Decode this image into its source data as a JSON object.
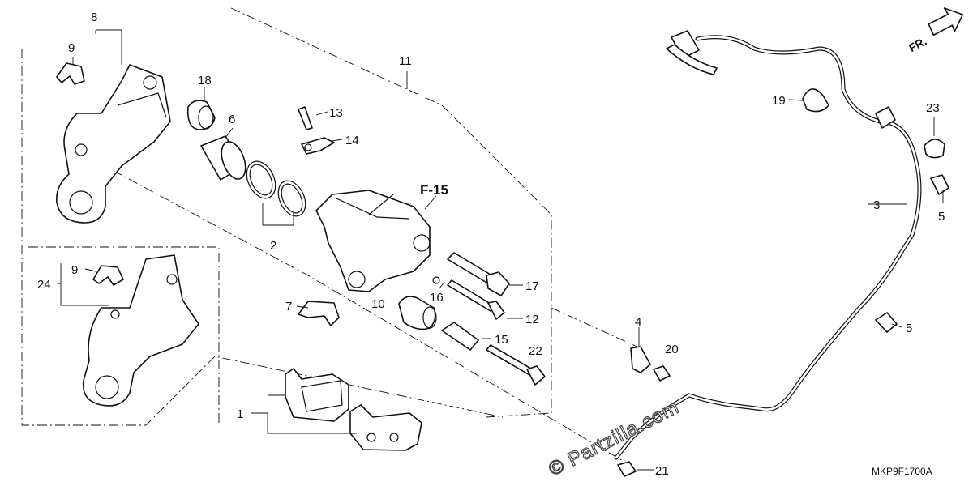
{
  "diagram": {
    "drawing_code": "MKP9F1700A",
    "reference_label": "F-15",
    "direction_label": "FR.",
    "watermark": "© Partzilla.com",
    "callouts": {
      "c1": "1",
      "c2": "2",
      "c3": "3",
      "c4": "4",
      "c5a": "5",
      "c5b": "5",
      "c6": "6",
      "c7": "7",
      "c8": "8",
      "c9a": "9",
      "c9b": "9",
      "c10": "10",
      "c11": "11",
      "c12": "12",
      "c13": "13",
      "c14": "14",
      "c15": "15",
      "c16": "16",
      "c17": "17",
      "c18": "18",
      "c19": "19",
      "c20": "20",
      "c21": "21",
      "c22": "22",
      "c23": "23",
      "c24": "24"
    }
  }
}
